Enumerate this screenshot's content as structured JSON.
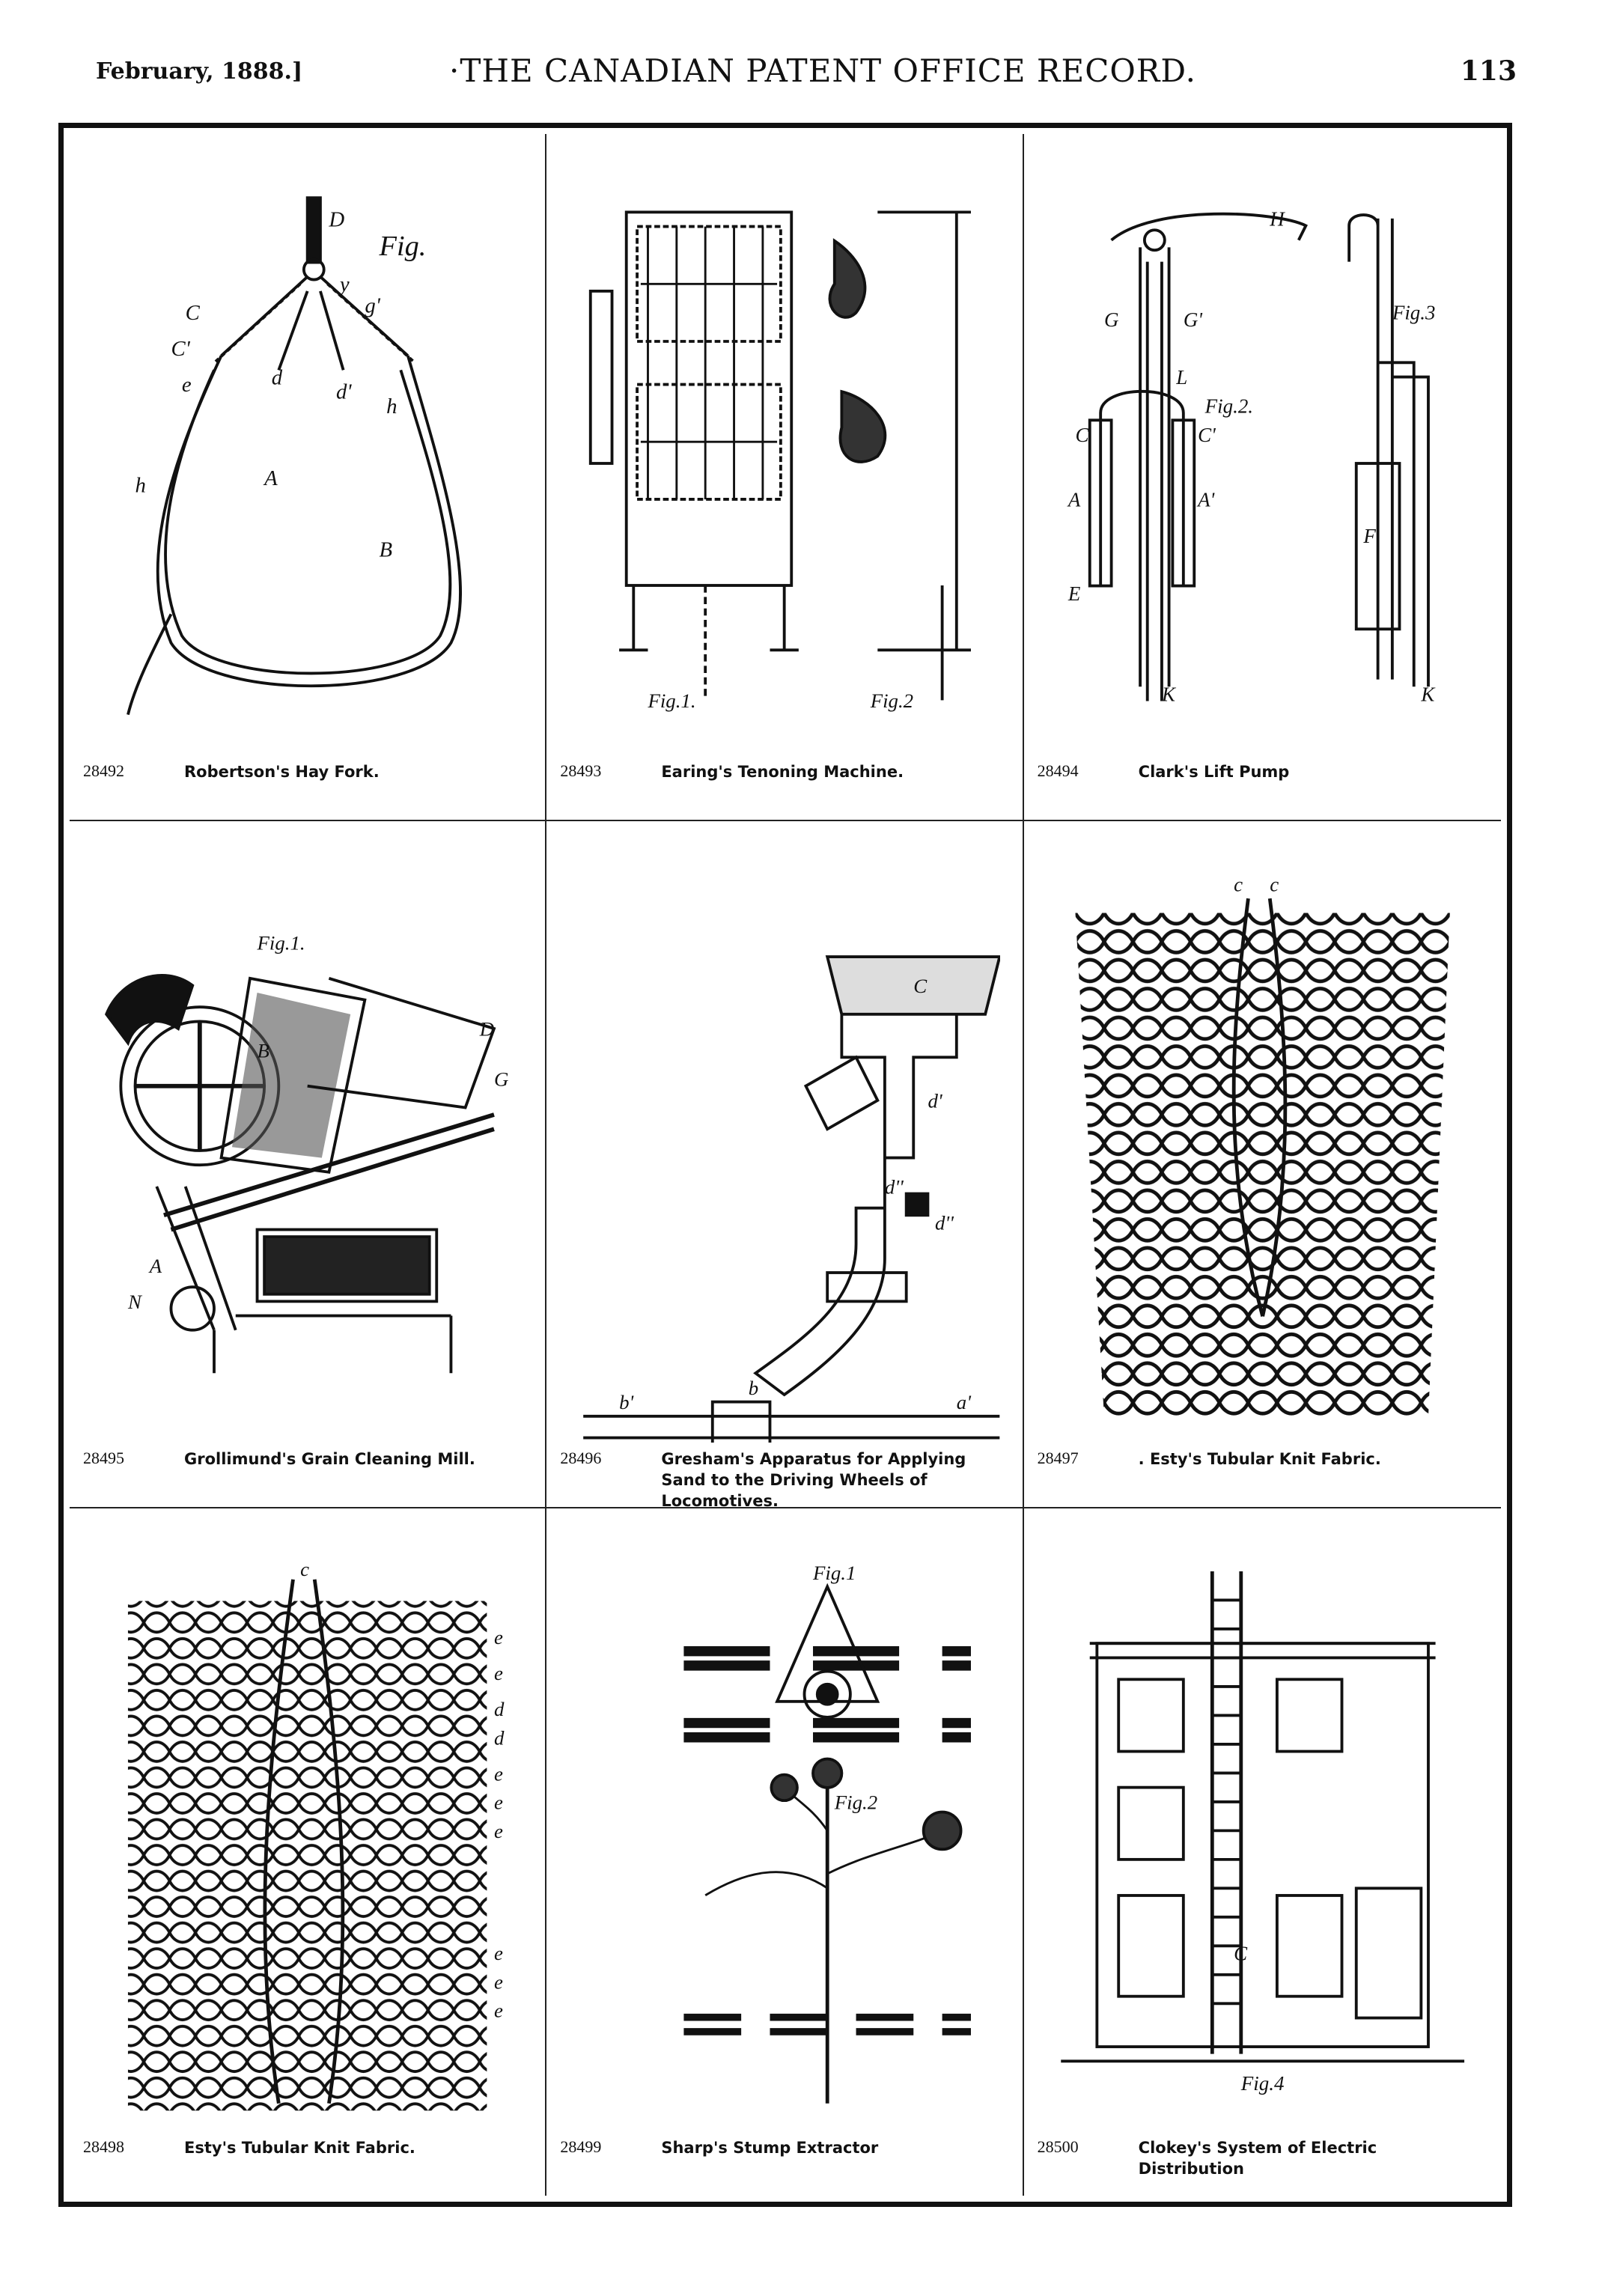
{
  "header": {
    "date": "February, 1888.]",
    "title": "·THE CANADIAN PATENT OFFICE RECORD.",
    "page": "113"
  },
  "patents": [
    {
      "number": "28492",
      "title": "Robertson's Hay Fork.",
      "labels": [
        "D",
        "Fig.",
        "C",
        "C'",
        "e",
        "d",
        "d'",
        "y",
        "g'",
        "h",
        "h",
        "A",
        "B"
      ]
    },
    {
      "number": "28493",
      "title": "Earing's Tenoning Machine.",
      "labels": [
        "Fig.1.",
        "Fig.2"
      ]
    },
    {
      "number": "28494",
      "title": "Clark's Lift Pump",
      "labels": [
        "H",
        "L",
        "Fig.2.",
        "Fig.3",
        "G",
        "G'",
        "C",
        "C'",
        "A",
        "A'",
        "E",
        "F",
        "K",
        "K"
      ]
    },
    {
      "number": "28495",
      "title": "Grollimund's Grain Cleaning Mill.",
      "labels": [
        "Fig.1.",
        "A",
        "B",
        "D",
        "G",
        "N"
      ]
    },
    {
      "number": "28496",
      "title": "Gresham's Apparatus for Applying Sand to the Driving Wheels of Locomotives.",
      "labels": [
        "C",
        "d'",
        "d''",
        "d''",
        "b",
        "b'",
        "a'"
      ]
    },
    {
      "number": "28497",
      "title": ". Esty's Tubular Knit Fabric.",
      "labels": [
        "c",
        "c"
      ]
    },
    {
      "number": "28498",
      "title": "Esty's Tubular Knit Fabric.",
      "labels": [
        "c",
        "e",
        "e",
        "d",
        "d",
        "e",
        "e",
        "e",
        "e",
        "e",
        "e"
      ]
    },
    {
      "number": "28499",
      "title": "Sharp's Stump Extractor",
      "labels": [
        "Fig.1",
        "Fig.2"
      ]
    },
    {
      "number": "28500",
      "title": "Clokey's System of Electric Distribution",
      "labels": [
        "C",
        "Fig.4"
      ]
    }
  ]
}
